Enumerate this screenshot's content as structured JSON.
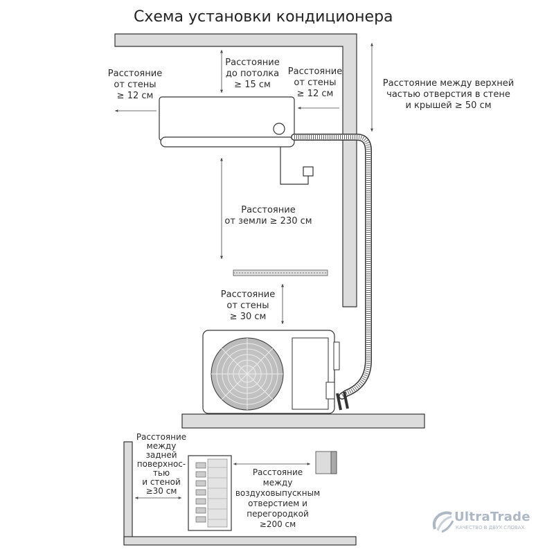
{
  "title": "Схема установки кондиционера",
  "labels": {
    "side_wall_left": [
      "Расстояние",
      "от стены",
      "≥ 12 см"
    ],
    "ceiling": [
      "Расстояние",
      "до потолка",
      "≥ 15 см"
    ],
    "side_wall_right": [
      "Расстояние",
      "от стены",
      "≥ 12 см"
    ],
    "hole_roof": [
      "Расстояние между верхней",
      "частью отверстия в стене",
      "и крышей  ≥ 50 см"
    ],
    "ground": [
      "Расстояние",
      "от земли ≥ 230 см"
    ],
    "outdoor_wall": [
      "Расстояние",
      "от стены",
      "≥ 30 см"
    ],
    "back_wall": [
      "Расстояние",
      "между",
      "задней",
      "поверхнос-",
      "тью",
      "и стеной",
      "≥30 см"
    ],
    "outlet_partition": [
      "Расстояние",
      "между",
      "воздуховыпускным",
      "отверстием и",
      "перегородкой",
      "≥200 см"
    ]
  },
  "logo": {
    "name": "UltraTrade",
    "tagline": "КАЧЕСТВО В ДВУХ СЛОВАХ",
    "color": "#aeb8c4"
  },
  "colors": {
    "wall_fill": "#dcdcdc",
    "line": "#333333"
  }
}
